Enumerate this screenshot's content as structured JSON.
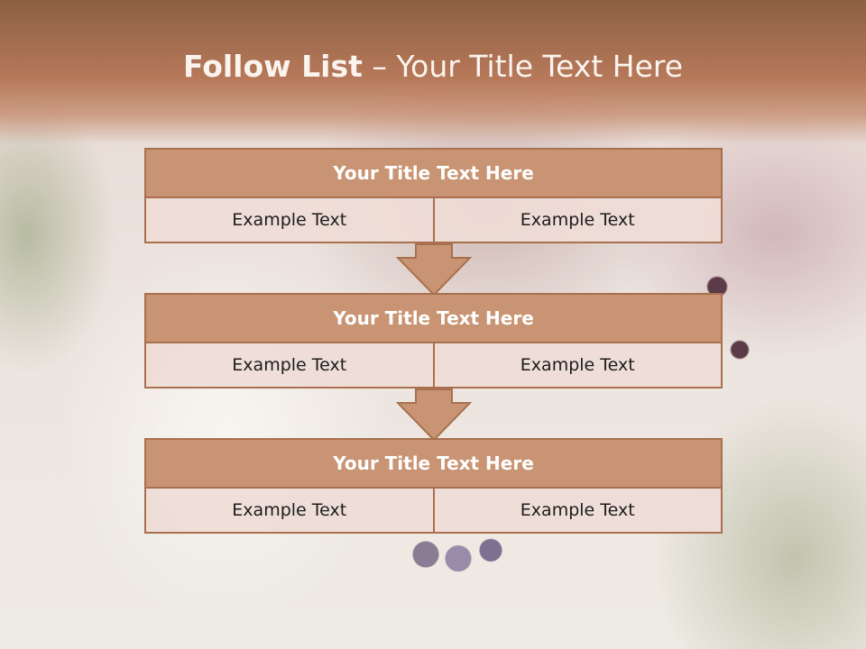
{
  "title": {
    "bold": "Follow List",
    "rest": " – Your Title Text Here"
  },
  "blocks": [
    {
      "title": "Your Title Text Here",
      "left": "Example Text",
      "right": "Example Text"
    },
    {
      "title": "Your Title Text Here",
      "left": "Example Text",
      "right": "Example Text"
    },
    {
      "title": "Your Title Text Here",
      "left": "Example Text",
      "right": "Example Text"
    }
  ],
  "colors": {
    "header_fill": "#c99473",
    "border": "#a8704f",
    "cell_fill": "#efddd6",
    "title_band": "#b7795a"
  },
  "icons": [
    "down-arrow-icon",
    "down-arrow-icon"
  ]
}
